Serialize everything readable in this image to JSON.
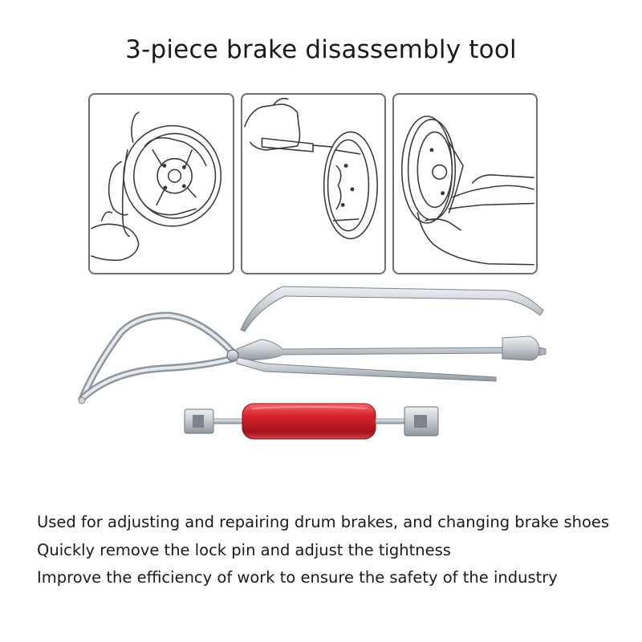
{
  "title": "3-piece brake disassembly tool",
  "illustrations": [
    {
      "name": "brake-drum-spring-removal"
    },
    {
      "name": "brake-adjuster-tool-use"
    },
    {
      "name": "brake-shoe-pin-removal"
    }
  ],
  "tools": [
    "brake-spring-spoon",
    "brake-spring-pliers",
    "brake-adjuster-screwdriver"
  ],
  "features": [
    "Used for adjusting and repairing drum brakes, and changing brake shoes",
    "Quickly remove the lock pin and adjust the tightness",
    "Improve the efficiency of work to ensure the safety of the industry"
  ],
  "colors": {
    "handle_red": "#d8232a",
    "steel": "#c9ced3",
    "line_art": "#3a3a3a",
    "panel_border": "#6f6f6f"
  }
}
